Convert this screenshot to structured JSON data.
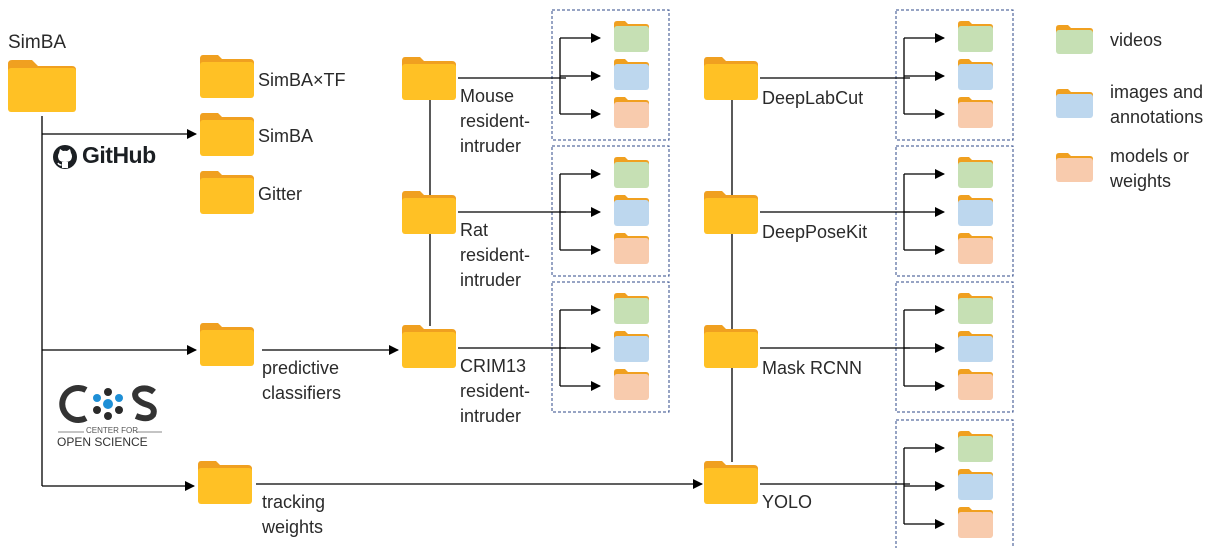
{
  "colors": {
    "folder_body": "#FFC125",
    "folder_tab": "#F0A020",
    "videos": "#C6E0B4",
    "images": "#BDD7EE",
    "models": "#F8CBAD",
    "line": "#000000",
    "box_border": "#2F4A8A"
  },
  "root": {
    "label": "SimBA"
  },
  "github": {
    "logo_text": "GitHub",
    "icon": "github-octocat-icon",
    "folders": [
      "SimBA×TF",
      "SimBA",
      "Gitter"
    ]
  },
  "osf": {
    "logo_text": "COS",
    "logo_sub1": "CENTER FOR",
    "logo_sub2": "OPEN SCIENCE",
    "predictive": "predictive\nclassifiers",
    "tracking": "tracking\nweights"
  },
  "classifier_datasets": [
    "Mouse\nresident-\nintruder",
    "Rat\nresident-\nintruder",
    "CRIM13\nresident-\nintruder"
  ],
  "tracking_models": [
    "DeepLabCut",
    "DeepPoseKit",
    "Mask  RCNN",
    "YOLO"
  ],
  "legend": {
    "videos": "videos",
    "images": "images and\nannotations",
    "models": "models or\nweights"
  }
}
